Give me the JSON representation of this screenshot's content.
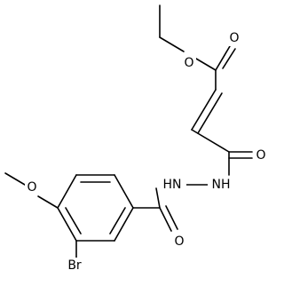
{
  "diagram": {
    "type": "chemical-structure",
    "colors": {
      "bond": "#000000",
      "text": "#000000",
      "background": "#ffffff"
    },
    "atoms": {
      "o_ester_carbonyl": "O",
      "o_ester_ether": "O",
      "o_amide_right": "O",
      "nh_right": "NH",
      "hn_left": "HN",
      "o_amide_left": "O",
      "o_methoxy": "O",
      "br": "Br"
    }
  }
}
